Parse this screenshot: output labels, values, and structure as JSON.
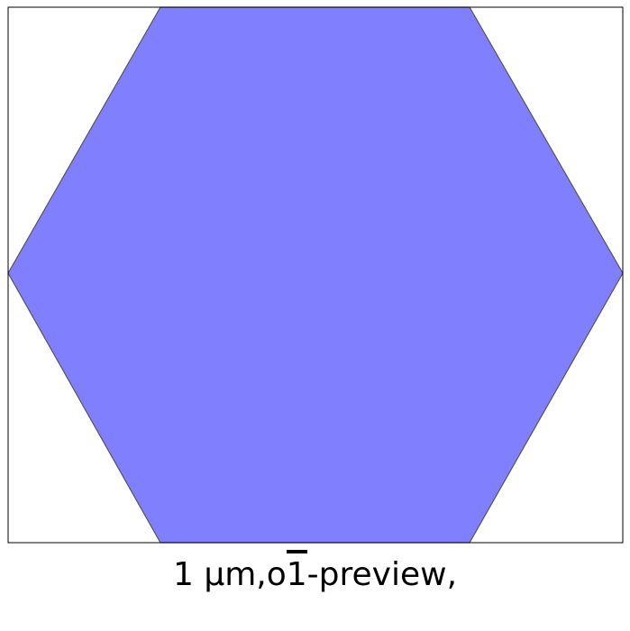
{
  "figure": {
    "shape": "hexagon",
    "fill_color": "#8080ff",
    "edge_color": "#555555",
    "frame_color": "#000000",
    "background_color": "#ffffff"
  },
  "caption": {
    "prefix": "1 µm,o",
    "overlined": "1",
    "suffix": "-preview,"
  }
}
